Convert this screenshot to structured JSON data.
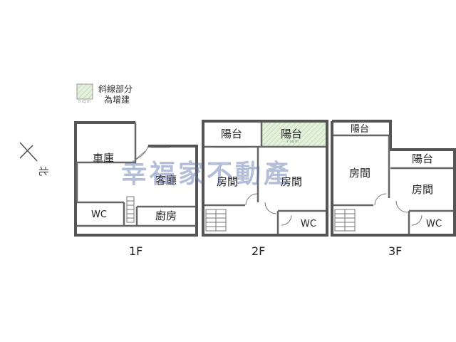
{
  "legend": {
    "line1": "斜線部分",
    "line2": "為增建",
    "swatch_note": "0 sq m",
    "swatch_color": "#e2f0dc"
  },
  "compass": {
    "label": "北"
  },
  "floors": [
    {
      "name": "1F",
      "rooms": {
        "garage": "車庫",
        "living": "客廳",
        "wc": "WC",
        "kitchen": "廚房"
      }
    },
    {
      "name": "2F",
      "rooms": {
        "balcony_left": "陽台",
        "balcony_right": "陽台",
        "balcony_note": "7 sq m",
        "room_left": "房間",
        "room_right": "房間",
        "wc": "WC"
      }
    },
    {
      "name": "3F",
      "rooms": {
        "balcony_top": "陽台",
        "room_left": "房間",
        "balcony_right": "陽台",
        "room_right": "房間",
        "wc": "WC"
      }
    }
  ],
  "watermark": "幸福家不動產",
  "colors": {
    "wall": "#555555",
    "addition": "#e2f0dc",
    "watermark": "#5a6ea8"
  }
}
